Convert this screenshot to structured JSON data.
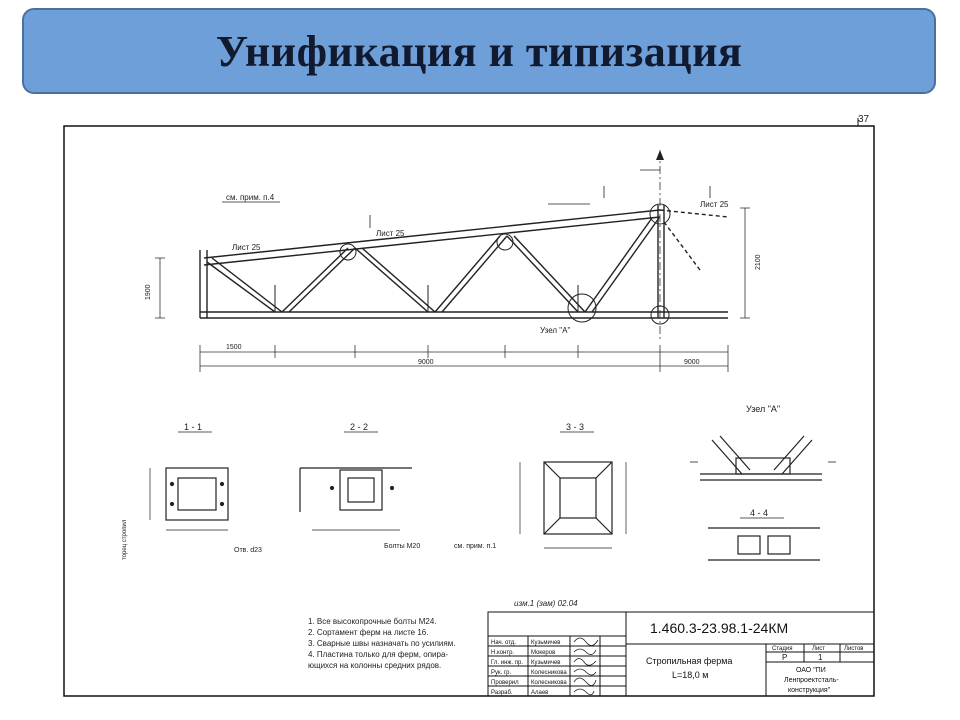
{
  "slide": {
    "title": "Унификация и типизация",
    "sheet_number": "37"
  },
  "drawing": {
    "labels": {
      "see_note_4": "см. прим. п.4",
      "sheet_25_a": "Лист 25",
      "sheet_25_b": "Лист 25",
      "sheet_25_c": "Лист 25",
      "node_a": "Узел \"А\"",
      "dim_9000_a": "9000",
      "dim_9000_b": "9000",
      "dim_1500": "1500",
      "height_2100": "2100",
      "height_1900": "1900"
    },
    "sections": {
      "s1": "1 - 1",
      "s2": "2 - 2",
      "s3": "3 - 3",
      "s4": "4 - 4",
      "node_a": "Узел \"А\"",
      "bolts": "Болты М20",
      "opening": "Отв. d23",
      "see_note_1": "см. прим. п.1",
      "truss_support": "торец стропил"
    },
    "notes": [
      "1. Все высокопрочные болты М24.",
      "2. Сортамент ферм на листе 16.",
      "3. Сварные швы назначать по усилиям.",
      "4. Пластина только для ферм, опира-",
      "   ющихся на колонны средних рядов."
    ],
    "revision_note": "изм.1 (зам) 02.04"
  },
  "stamp": {
    "code": "1.460.3-23.98.1-24КМ",
    "name_line1": "Стропильная ферма",
    "name_line2": "L=18,0 м",
    "stage_header": "Стадия",
    "sheet_header": "Лист",
    "sheets_header": "Листов",
    "stage": "Р",
    "sheet": "1",
    "org_line1": "ОАО \"ПИ",
    "org_line2": "Ленпроектсталь-",
    "org_line3": "конструкция\"",
    "roles": [
      "Нач. отд.",
      "Н.контр.",
      "Гл. инж. пр.",
      "Рук. гр.",
      "Проверил",
      "Разраб."
    ],
    "names": [
      "Кузьмичев",
      "Мокеров",
      "Кузьмичев",
      "Колесникова",
      "Колесникова",
      "Алаев"
    ]
  }
}
